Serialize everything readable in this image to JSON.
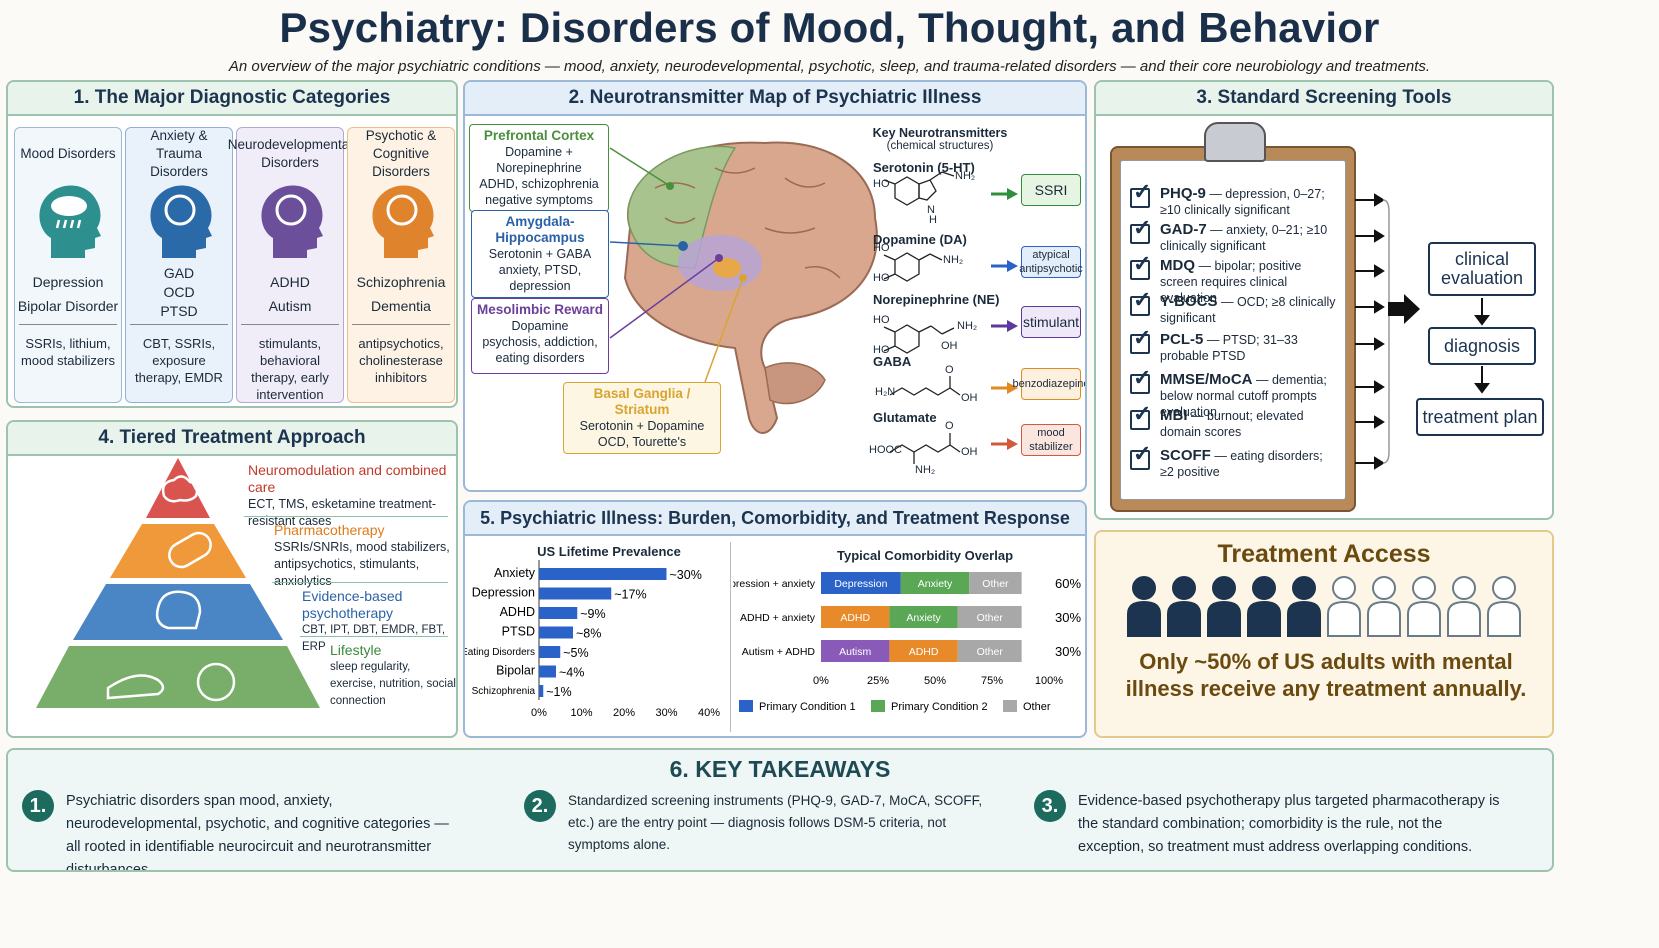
{
  "header": {
    "title": "Psychiatry: Disorders of Mood, Thought, and Behavior",
    "subtitle": "An overview of the major psychiatric conditions — mood, anxiety, neurodevelopmental, psychotic, sleep, and trauma-related disorders — and their core neurobiology and treatments."
  },
  "categories": {
    "title": "1. The Major Diagnostic Categories",
    "items": [
      {
        "name": "Mood Disorders",
        "ex": [
          "Depression",
          "Bipolar Disorder"
        ],
        "tx": "SSRIs, lithium, mood stabilizers",
        "color": "#2e8f8f",
        "bg": "#f1f7fb",
        "border": "#9bbad6",
        "icon": "rain-cloud-head-icon"
      },
      {
        "name": "Anxiety & Trauma Disorders",
        "ex": [
          "GAD",
          "OCD",
          "PTSD"
        ],
        "tx": "CBT, SSRIs, exposure therapy, EMDR",
        "color": "#2a6aa8",
        "bg": "#e9f1fb",
        "border": "#8fb0d8",
        "icon": "tangled-brain-head-icon"
      },
      {
        "name": "Neurodevelopmental Disorders",
        "ex": [
          "ADHD",
          "Autism"
        ],
        "tx": "stimulants, behavioral therapy, early intervention",
        "color": "#6b4f9a",
        "bg": "#f1edf8",
        "border": "#b6a7d4",
        "icon": "puzzle-head-icon"
      },
      {
        "name": "Psychotic & Cognitive Disorders",
        "ex": [
          "Schizophrenia",
          "Dementia"
        ],
        "tx": "antipsychotics, cholinesterase inhibitors",
        "color": "#e0832d",
        "bg": "#fdf2e4",
        "border": "#e8c08a",
        "icon": "brain-icon"
      }
    ]
  },
  "neuro": {
    "title": "2. Neurotransmitter Map of Psychiatric Illness",
    "regions": [
      {
        "h": "Prefrontal Cortex",
        "nt": "Dopamine + Norepinephrine",
        "d": "ADHD, schizophrenia negative symptoms",
        "color": "#4a8f3c"
      },
      {
        "h": "Amygdala-Hippocampus",
        "nt": "Serotonin + GABA",
        "d": "anxiety, PTSD, depression",
        "color": "#2a62a8"
      },
      {
        "h": "Mesolimbic Reward",
        "nt": "Dopamine",
        "d": "psychosis, addiction, eating disorders",
        "color": "#6b3f9a"
      },
      {
        "h": "Basal Ganglia / Striatum",
        "nt": "Serotonin + Dopamine",
        "d": "OCD, Tourette's",
        "color": "#d9a430"
      }
    ],
    "key_title": "Key Neurotransmitters",
    "key_sub": "(chemical structures)",
    "transmitters": [
      {
        "name": "Serotonin (5-HT)",
        "drug": "SSRI",
        "color": "#2f8f3c",
        "bg": "#e6f4e2"
      },
      {
        "name": "Dopamine (DA)",
        "drug": "atypical antipsychotic",
        "color": "#2a62c8",
        "bg": "#e4eefb"
      },
      {
        "name": "Norepinephrine (NE)",
        "drug": "stimulant",
        "color": "#5a3a9a",
        "bg": "#eee8f8"
      },
      {
        "name": "GABA",
        "drug": "benzodiazepine",
        "color": "#e08a20",
        "bg": "#fdf0de"
      },
      {
        "name": "Glutamate",
        "drug": "mood stabilizer",
        "color": "#d05a3a",
        "bg": "#fbe6df"
      }
    ],
    "chem": {
      "ho": "HO",
      "nh2": "NH₂",
      "h2n": "H₂N",
      "hooc": "HOOC",
      "oh": "OH",
      "o": "O",
      "h": "H",
      "n": "N"
    }
  },
  "screening": {
    "title": "3. Standard Screening Tools",
    "tools": [
      {
        "n": "PHQ-9",
        "d": " — depression, 0–27; ≥10 clinically significant"
      },
      {
        "n": "GAD-7",
        "d": " — anxiety, 0–21; ≥10 clinically significant"
      },
      {
        "n": "MDQ",
        "d": " — bipolar; positive screen requires clinical evaluation"
      },
      {
        "n": "Y-BOCS",
        "d": " — OCD; ≥8 clinically significant"
      },
      {
        "n": "PCL-5",
        "d": " — PTSD; 31–33 probable PTSD"
      },
      {
        "n": "MMSE/MoCA",
        "d": " — dementia; below normal cutoff prompts evaluation"
      },
      {
        "n": "MBI",
        "d": " — burnout; elevated domain scores"
      },
      {
        "n": "SCOFF",
        "d": " — eating disorders; ≥2 positive"
      }
    ],
    "flow": [
      "clinical evaluation",
      "diagnosis",
      "treatment plan"
    ]
  },
  "treatment": {
    "title": "4. Tiered Treatment Approach",
    "tiers": [
      {
        "h": "Neuromodulation and combined care",
        "d": "ECT, TMS, esketamine treatment-resistant cases",
        "color": "#c0392b",
        "fill": "#d9534f",
        "icon": "brain-icon"
      },
      {
        "h": "Pharmacotherapy",
        "d": "SSRIs/SNRIs, mood stabilizers, antipsychotics, stimulants, anxiolytics",
        "color": "#e07b1a",
        "fill": "#f0993a",
        "icon": "pill-icon"
      },
      {
        "h": "Evidence-based psychotherapy",
        "d": "CBT, IPT, DBT, EMDR, FBT, ERP",
        "color": "#2a62a8",
        "fill": "#4a86c5",
        "icon": "head-brain-icon"
      },
      {
        "h": "Lifestyle",
        "d": "sleep regularity, exercise, nutrition, social connection",
        "color": "#3a8a3a",
        "fill": "#79ae6a",
        "icon": "shoe-apple-icon"
      }
    ]
  },
  "burden": {
    "title": "5. Psychiatric Illness: Burden, Comorbidity, and Treatment Response"
  },
  "chart_data": [
    {
      "type": "bar",
      "orientation": "horizontal",
      "title": "US Lifetime Prevalence",
      "categories": [
        "Anxiety",
        "Depression",
        "ADHD",
        "PTSD",
        "Eating Disorders",
        "Bipolar",
        "Schizophrenia"
      ],
      "values": [
        30,
        17,
        9,
        8,
        5,
        4,
        1
      ],
      "labels": [
        "~30%",
        "~17%",
        "~9%",
        "~8%",
        "~5%",
        "~4%",
        "~1%"
      ],
      "xlim": [
        0,
        40
      ],
      "ticks": [
        "0%",
        "10%",
        "20%",
        "30%",
        "40%"
      ],
      "color": "#2a62c8"
    },
    {
      "type": "bar",
      "orientation": "horizontal",
      "stacked": true,
      "title": "Typical Comorbidity Overlap",
      "categories": [
        "Depression + anxiety",
        "ADHD + anxiety",
        "Autism + ADHD"
      ],
      "totals": [
        "60%",
        "30%",
        "30%"
      ],
      "ticks": [
        "0%",
        "25%",
        "50%",
        "75%",
        "100%"
      ],
      "rows": [
        [
          {
            "label": "Depression",
            "value": 35,
            "color": "#2a62c8"
          },
          {
            "label": "Anxiety",
            "value": 30,
            "color": "#5aa855"
          },
          {
            "label": "Other",
            "value": 23,
            "color": "#a8a8a8"
          }
        ],
        [
          {
            "label": "ADHD",
            "value": 30,
            "color": "#e8892a"
          },
          {
            "label": "Anxiety",
            "value": 30,
            "color": "#5aa855"
          },
          {
            "label": "Other",
            "value": 28,
            "color": "#a8a8a8"
          }
        ],
        [
          {
            "label": "Autism",
            "value": 30,
            "color": "#8a5ab8"
          },
          {
            "label": "ADHD",
            "value": 30,
            "color": "#e8892a"
          },
          {
            "label": "Other",
            "value": 28,
            "color": "#a8a8a8"
          }
        ]
      ],
      "legend": [
        {
          "label": "Primary Condition 1",
          "color": "#2a62c8"
        },
        {
          "label": "Primary Condition 2",
          "color": "#5aa855"
        },
        {
          "label": "Other",
          "color": "#a8a8a8"
        }
      ]
    }
  ],
  "access": {
    "title": "Treatment Access",
    "treated": 5,
    "total": 10,
    "text": "Only ~50% of US adults with mental illness receive any treatment annually."
  },
  "takeaways": {
    "title": "6. KEY TAKEAWAYS",
    "items": [
      {
        "n": "1.",
        "t": "Psychiatric disorders span mood, anxiety, neurodevelopmental, psychotic, and cognitive categories — all rooted in identifiable neurocircuit and neurotransmitter disturbances."
      },
      {
        "n": "2.",
        "t": "Standardized screening instruments (PHQ-9, GAD-7, MoCA, SCOFF, etc.) are the entry point — diagnosis follows DSM-5 criteria, not symptoms alone."
      },
      {
        "n": "3.",
        "t": "Evidence-based psychotherapy plus targeted pharmacotherapy is the standard combination; comorbidity is the rule, not the exception, so treatment must address overlapping conditions."
      }
    ]
  }
}
